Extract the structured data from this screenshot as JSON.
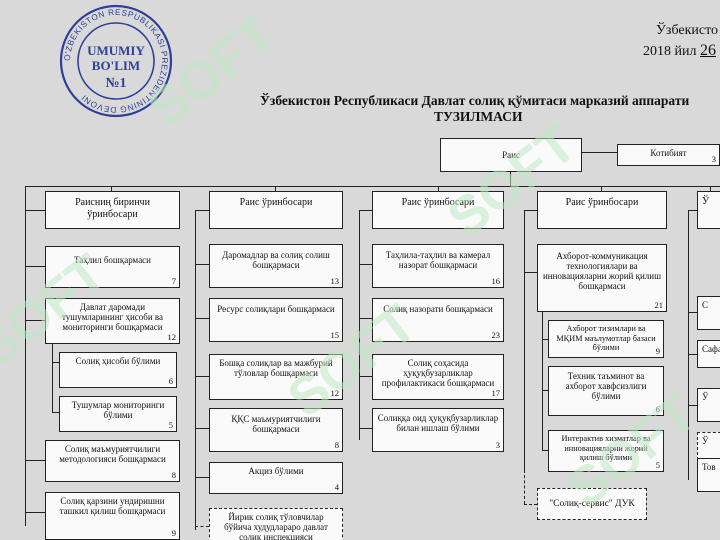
{
  "stamp": {
    "ring_text": "O'ZBEKISTON RESPUBLIKASI PREZIDENTINING DEVONI",
    "center_lines": [
      "UMUMIY",
      "BO'LIM",
      "№1"
    ]
  },
  "header": {
    "line1": "Ўзбекисто",
    "line2_prefix": "2018 йил",
    "line2_date": "26",
    "title": "Ўзбекистон Республикаси Давлат солиқ қўмитаси марказий аппарати",
    "subtitle": "ТУЗИЛМАСИ"
  },
  "watermark": "SOFT",
  "top": {
    "chair": "Раис",
    "secretariat": "Котибият",
    "secretariat_num": "3"
  },
  "columns": [
    {
      "head": "Раисниң биринчи ўринбосари",
      "items": [
        {
          "label": "Таҳлил бошқармаси",
          "num": "7"
        },
        {
          "label": "Давлат даромади тушумларининг ҳисоби ва мониторинги бошқармаси",
          "num": "12"
        },
        {
          "label": "Солиқ ҳисоби бўлими",
          "num": "6"
        },
        {
          "label": "Тушумлар мониторинги бўлими",
          "num": "5"
        },
        {
          "label": "Солиқ маъмуриятчилиги методологияси бошқармаси",
          "num": "8"
        },
        {
          "label": "Солиқ қарзини ундиришни ташкил қилиш бошқармаси",
          "num": "9"
        }
      ]
    },
    {
      "head": "Раис ўринбосари",
      "items": [
        {
          "label": "Даромадлар ва солиқ солиш бошқармаси",
          "num": "13"
        },
        {
          "label": "Ресурс солиқлари бошқармаси",
          "num": "15"
        },
        {
          "label": "Бошқа солиқлар ва мажбурий тўловлар бошқармаси",
          "num": "12"
        },
        {
          "label": "ҚҚС маъмуриятчилиги бошқармаси",
          "num": "8"
        },
        {
          "label": "Акциз бўлими",
          "num": "4"
        },
        {
          "label": "Йирик солиқ тўловчилар бўйича худудлараро давлат солиқ инспекцияси",
          "num": ""
        }
      ]
    },
    {
      "head": "Раис ўринбосари",
      "items": [
        {
          "label": "Таҳлила-таҳлил ва камерал назорат бошқармаси",
          "num": "16"
        },
        {
          "label": "Солиқ назорати бошқармаси",
          "num": "23"
        },
        {
          "label": "Солиқ соҳасида ҳуқуқбузарликлар профилактикаси бошқармаси",
          "num": "17"
        },
        {
          "label": "Солиққа оид ҳуқуқбузарликлар билан ишлаш бўлими",
          "num": "3"
        }
      ]
    },
    {
      "head": "Раис ўринбосари",
      "items": [
        {
          "label": "Ахборот-коммуникация технологиялари ва инновацияларни жорий қилиш бошқармаси",
          "num": "21"
        },
        {
          "label": "Ахборот тизимлари ва МҚИМ маълумотлар базаси бўлими",
          "num": "9"
        },
        {
          "label": "Техник таъминот ва ахборот хавфсизлиги бўлими",
          "num": "6"
        },
        {
          "label": "Интерактив хизматлар ва инновацияларни жорий қилиш бўлими",
          "num": "5"
        },
        {
          "label": "\"Солиқ-сервис\" ДУК",
          "num": ""
        }
      ]
    }
  ],
  "right_edge": {
    "head": "Ў",
    "items": [
      "С",
      "Сафа",
      "Ў",
      "Тов"
    ]
  }
}
